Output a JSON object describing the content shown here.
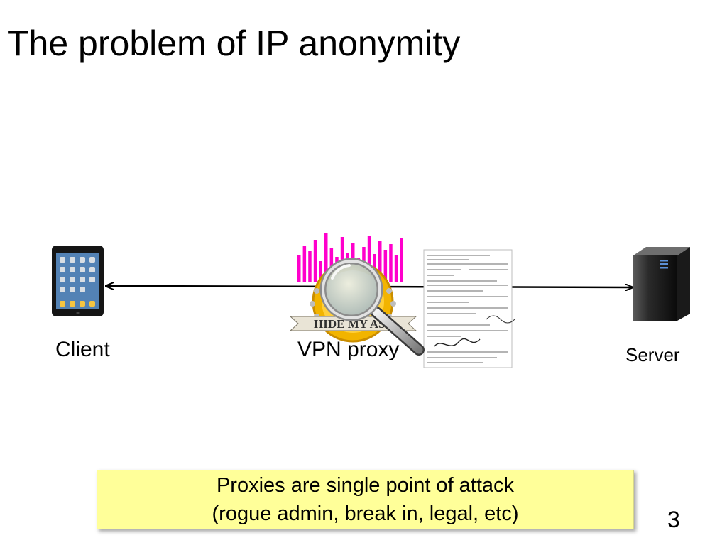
{
  "slide": {
    "title": "The problem of IP anonymity",
    "page_number": "3"
  },
  "nodes": {
    "client": {
      "label": "Client",
      "icon": "tablet-icon"
    },
    "proxy": {
      "label": "VPN proxy",
      "icon": "proxy-logo-icon",
      "logo_text": "HIDE MY ASS"
    },
    "server": {
      "label": "Server",
      "icon": "server-tower-icon"
    }
  },
  "callout": {
    "line1": "Proxies are single point of attack",
    "line2": "(rogue admin, break in, legal, etc)"
  },
  "colors": {
    "callout_bg": "#ffff99",
    "equalizer": "#ff00cc",
    "badge": "#f2b400"
  }
}
